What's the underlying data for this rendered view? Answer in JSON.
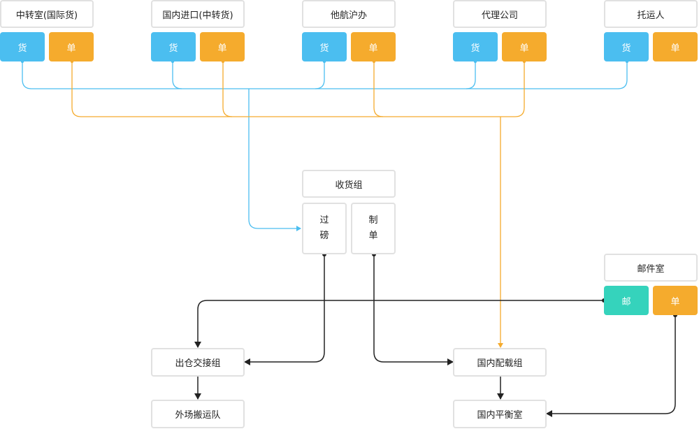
{
  "colors": {
    "goods": "#4bbef0",
    "bill": "#f5ab2d",
    "mail": "#35d3bc",
    "border": "#e1e1e1",
    "dark_arrow": "#222222"
  },
  "sources": [
    {
      "name": "中转室(国际货)",
      "goods": "货",
      "bill": "单"
    },
    {
      "name": "国内进口(中转货)",
      "goods": "货",
      "bill": "单"
    },
    {
      "name": "他航沪办",
      "goods": "货",
      "bill": "单"
    },
    {
      "name": "代理公司",
      "goods": "货",
      "bill": "单"
    },
    {
      "name": "托运人",
      "goods": "货",
      "bill": "单"
    }
  ],
  "receiving_group": {
    "title": "收货组",
    "weigh_chars": [
      "过",
      "磅"
    ],
    "billing_chars": [
      "制",
      "单"
    ]
  },
  "mail_room": {
    "title": "邮件室",
    "mail": "邮",
    "bill": "单"
  },
  "outbound_handover": "出仓交接组",
  "ramp_team": "外场搬运队",
  "domestic_loading": "国内配载组",
  "domestic_balance": "国内平衡室"
}
